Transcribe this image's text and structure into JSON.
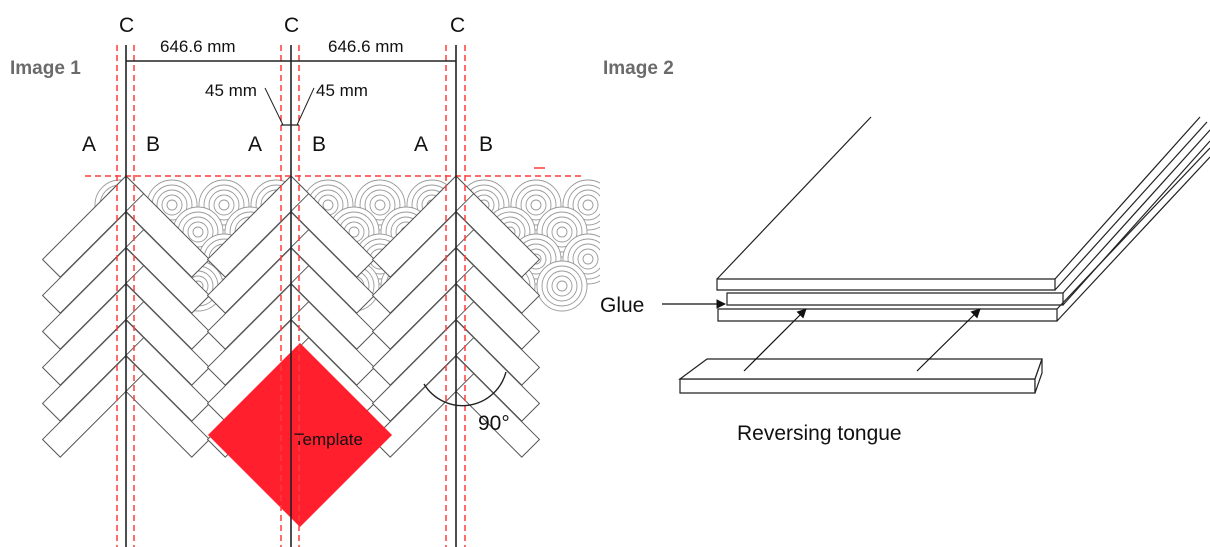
{
  "image1": {
    "title": "Image 1",
    "top_labels": [
      "C",
      "C",
      "C"
    ],
    "dimension_left": "646.6 mm",
    "dimension_right": "646.6 mm",
    "offset_left": "45 mm",
    "offset_right": "45 mm",
    "zone_labels": [
      "A",
      "B",
      "A",
      "B",
      "A",
      "B"
    ],
    "angle_label": "90°",
    "template_label": "Template",
    "colors": {
      "accent_red": "#ff1f2d",
      "line": "#222222",
      "dashed_red": "#ff3b3b"
    }
  },
  "image2": {
    "title": "Image 2",
    "glue_label": "Glue",
    "tongue_label": "Reversing tongue"
  }
}
